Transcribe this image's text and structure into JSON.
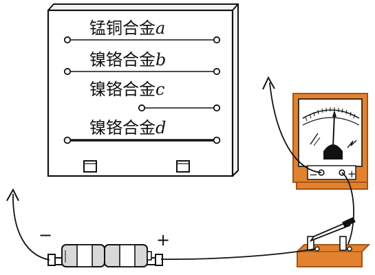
{
  "board": {
    "wires": [
      {
        "material": "锰铜合金",
        "var": "a"
      },
      {
        "material": "镍铬合金",
        "var": "b"
      },
      {
        "material": "镍铬合金",
        "var": "c"
      },
      {
        "material": "镍铬合金",
        "var": "d"
      }
    ]
  },
  "battery": {
    "minus_sign": "−",
    "plus_sign": "+"
  },
  "ammeter": {
    "minus_sign": "−",
    "plus_sign": "+"
  },
  "colors": {
    "ink": "#111111",
    "wood": "#e2822f",
    "wood_edge": "#a35415",
    "battery_body": "#d8d8d8"
  }
}
